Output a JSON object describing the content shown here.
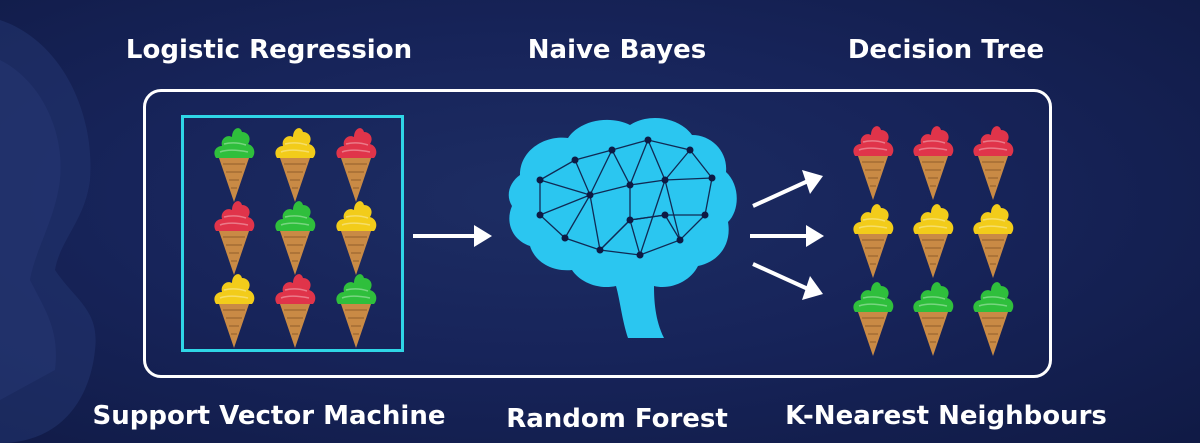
{
  "labels": {
    "top_left": "Logistic Regression",
    "top_center": "Naive Bayes",
    "top_right": "Decision Tree",
    "bottom_left": "Support Vector Machine",
    "bottom_center": "Random Forest",
    "bottom_right": "K-Nearest Neighbours"
  },
  "colors": {
    "background": "#17245a",
    "panel_border": "#ffffff",
    "input_border": "#2fd6e6",
    "brain": "#2bc6f0",
    "green": "#2fbf3c",
    "yellow": "#f2cc1a",
    "red": "#e0344a",
    "cone": "#c98a45"
  },
  "input_grid": [
    [
      "green",
      "yellow",
      "red"
    ],
    [
      "red",
      "green",
      "yellow"
    ],
    [
      "yellow",
      "red",
      "green"
    ]
  ],
  "output_grid": [
    [
      "red",
      "red",
      "red"
    ],
    [
      "yellow",
      "yellow",
      "yellow"
    ],
    [
      "green",
      "green",
      "green"
    ]
  ],
  "icons": [
    "brain-network-icon",
    "arrow-right-icon",
    "ice-cream-icon"
  ]
}
